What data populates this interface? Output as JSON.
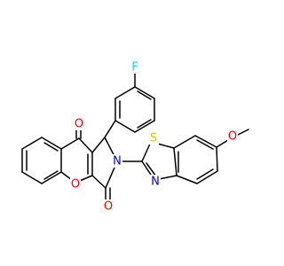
{
  "molecule": {
    "atoms": {
      "fluorine": {
        "label": "F",
        "color": "#33CCCC"
      },
      "methoxy_oxygen": {
        "label": "O",
        "color": "#FF0000"
      },
      "sulfur": {
        "label": "S",
        "color": "#CCCC00"
      },
      "thiazole_nitrogen": {
        "label": "N",
        "color": "#0000FF"
      },
      "lactam_nitrogen": {
        "label": "N",
        "color": "#0000FF"
      },
      "ketone_oxygen": {
        "label": "O",
        "color": "#FF0000"
      },
      "pyran_oxygen": {
        "label": "O",
        "color": "#FF0000"
      },
      "amide_oxygen": {
        "label": "O",
        "color": "#FF0000"
      }
    }
  }
}
